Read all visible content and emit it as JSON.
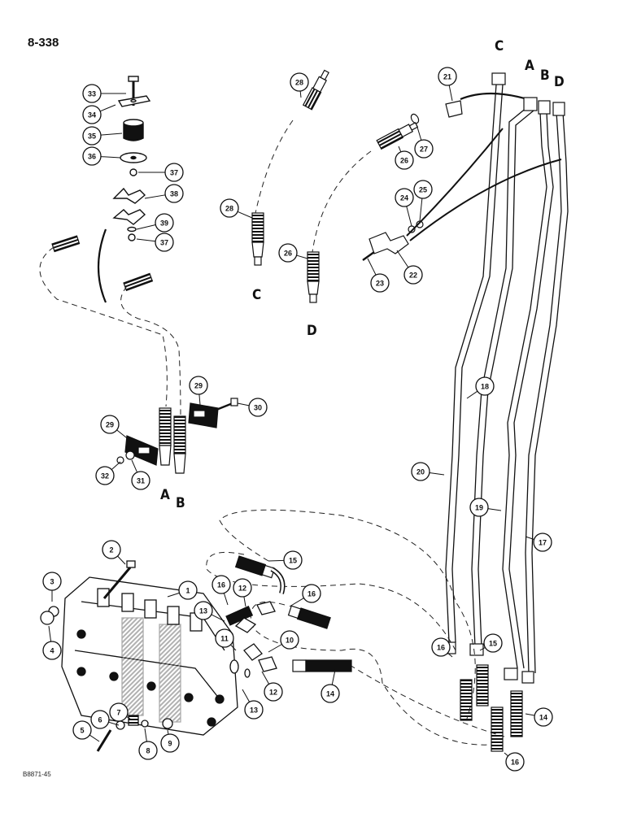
{
  "page_number": "8-338",
  "figure_code": "B8871-45",
  "letters": {
    "top_c": "C",
    "top_a": "A",
    "top_b": "B",
    "top_d": "D",
    "fit_c": "C",
    "fit_d": "D",
    "valve_a": "A",
    "valve_b": "B"
  },
  "callouts": {
    "c1": "1",
    "c2": "2",
    "c3": "3",
    "c4": "4",
    "c5": "5",
    "c6": "6",
    "c7": "7",
    "c8": "8",
    "c9": "9",
    "c10": "10",
    "c11": "11",
    "c12a": "12",
    "c12b": "12",
    "c13a": "13",
    "c13b": "13",
    "c14a": "14",
    "c14b": "14",
    "c15a": "15",
    "c15b": "15",
    "c16a": "16",
    "c16b": "16",
    "c16c": "16",
    "c16d": "16",
    "c17": "17",
    "c18": "18",
    "c19": "19",
    "c20": "20",
    "c21": "21",
    "c22": "22",
    "c23": "23",
    "c24": "24",
    "c25": "25",
    "c26a": "26",
    "c26b": "26",
    "c27": "27",
    "c28a": "28",
    "c28b": "28",
    "c29a": "29",
    "c29b": "29",
    "c30": "30",
    "c31": "31",
    "c32": "32",
    "c33": "33",
    "c34": "34",
    "c35": "35",
    "c36": "36",
    "c37a": "37",
    "c37b": "37",
    "c38": "38",
    "c39": "39"
  }
}
